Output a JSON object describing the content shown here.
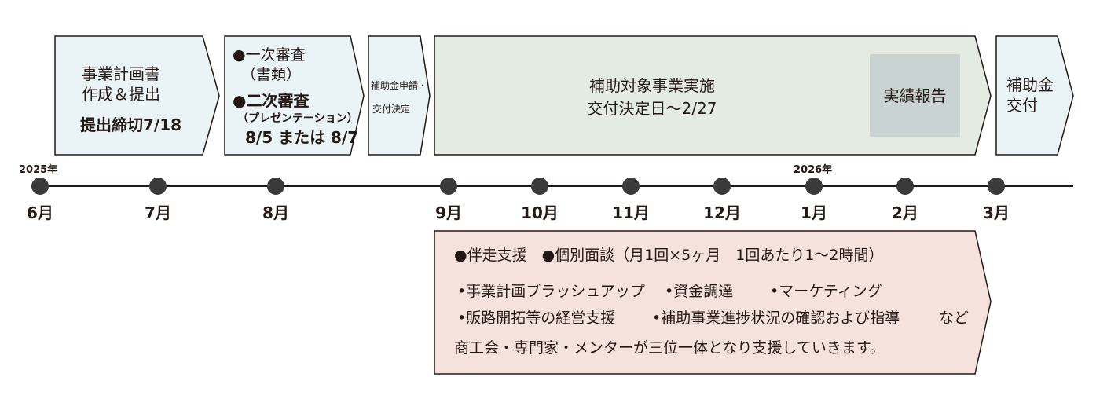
{
  "steps": {
    "plan": {
      "line1": "事業計画書",
      "line2": "作成＆提出",
      "deadline": "提出締切7/18"
    },
    "review": {
      "first": "●一次審査",
      "first_sub": "（書類）",
      "second": "●二次審査",
      "second_sub": "（プレゼンテーション）",
      "dates": "8/5 または 8/7"
    },
    "apply": {
      "line1": "補助金申請・",
      "line2": "交付決定"
    },
    "implement": {
      "line1": "補助対象事業実施",
      "line2": "交付決定日〜2/27",
      "report": "実績報告"
    },
    "grant": {
      "line1": "補助金",
      "line2": "交付"
    }
  },
  "timeline": {
    "years": [
      "2025年",
      "2026年"
    ],
    "months": [
      "6月",
      "7月",
      "8月",
      "9月",
      "10月",
      "11月",
      "12月",
      "1月",
      "2月",
      "3月"
    ]
  },
  "support": {
    "headline": "●伴走支援　●個別面談（月1回×5ヶ月　1回あたり1〜2時間）",
    "items_row1": [
      "•事業計画ブラッシュアップ",
      "•資金調達",
      "•マーケティング"
    ],
    "items_row2": [
      "•販路開拓等の経営支援",
      "•補助事業進捗状況の確認および指導",
      "など"
    ],
    "footer": "商工会・専門家・メンターが三位一体となり支援していきます。"
  },
  "colors": {
    "step_fill": "#eaf4f6",
    "implement_fill": "#e4ebe2",
    "report_fill": "#c9d3d1",
    "support_fill": "#f6e2dc",
    "dot": "#3a3a3a"
  }
}
